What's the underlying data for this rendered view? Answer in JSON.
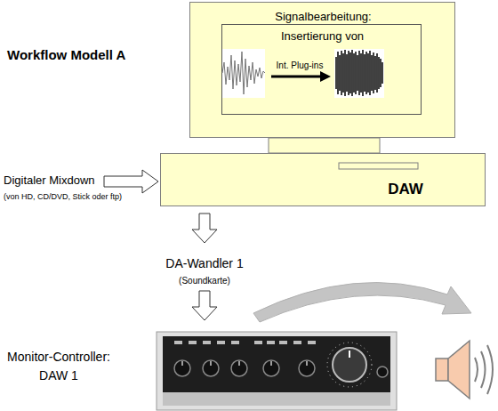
{
  "diagram": {
    "nodes": [
      {
        "text": [
          "Signalbearbeitung:"
        ]
      },
      {
        "text": [
          "Insertierung von",
          "Int. Plug-ins"
        ],
        "in": 0
      },
      {
        "text": [
          "DAW"
        ]
      }
    ],
    "labels": [
      "Workflow Modell A",
      "Digitaler Mixdown",
      "(von HD, CD/DVD, Stick oder ftp)",
      "DA-Wandler 1",
      "(Soundkarte)",
      "Monitor-Controller: DAW 1"
    ]
  }
}
